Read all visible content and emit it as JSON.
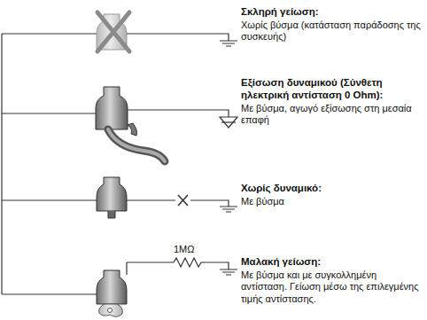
{
  "diagram": {
    "labels": [
      "Σκληρή γείωση:",
      "Χωρίς βύσμα (κατάσταση παράδοσης της συσκευής)",
      "Εξίσωση δυναμικού (Σύνθετη ηλεκτρική αντίσταση 0 Ohm):",
      "Με βύσμα, αγωγό εξίσωσης στη μεσαία επαφή",
      "Χωρίς δυναμικό:",
      "Με βύσμα",
      "1MΩ",
      "Μαλακή γείωση:",
      "Με βύσμα και με συγκολλημένη αντίσταση. Γείωση μέσω της επιλεγμένης τιμής αντίστασης."
    ]
  }
}
